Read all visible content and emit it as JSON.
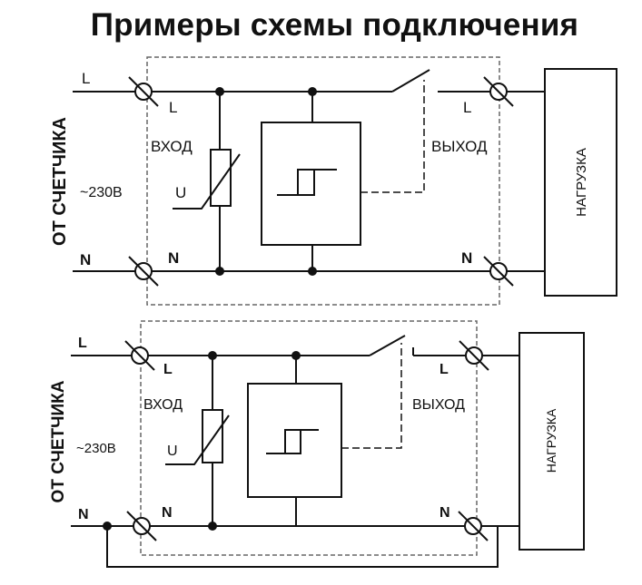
{
  "title": "Примеры схемы подключения",
  "diagrams": [
    {
      "source_label": "ОТ СЧЕТЧИКА",
      "voltage": "~230В",
      "input_label": "ВХОД",
      "output_label": "ВЫХОД",
      "varistor_label": "U",
      "load_label": "НАГРУЗКА",
      "line_in_outer": "L",
      "line_in_inner": "L",
      "line_out": "L",
      "neutral_in_outer": "N",
      "neutral_in_inner": "N",
      "neutral_out": "N"
    },
    {
      "source_label": "ОТ СЧЕТЧИКА",
      "voltage": "~230В",
      "input_label": "ВХОД",
      "output_label": "ВЫХОД",
      "varistor_label": "U",
      "load_label": "НАГРУЗКА",
      "line_in_outer": "L",
      "line_in_inner": "L",
      "line_out": "L",
      "neutral_in_outer": "N",
      "neutral_in_inner": "N",
      "neutral_out": "N"
    }
  ]
}
